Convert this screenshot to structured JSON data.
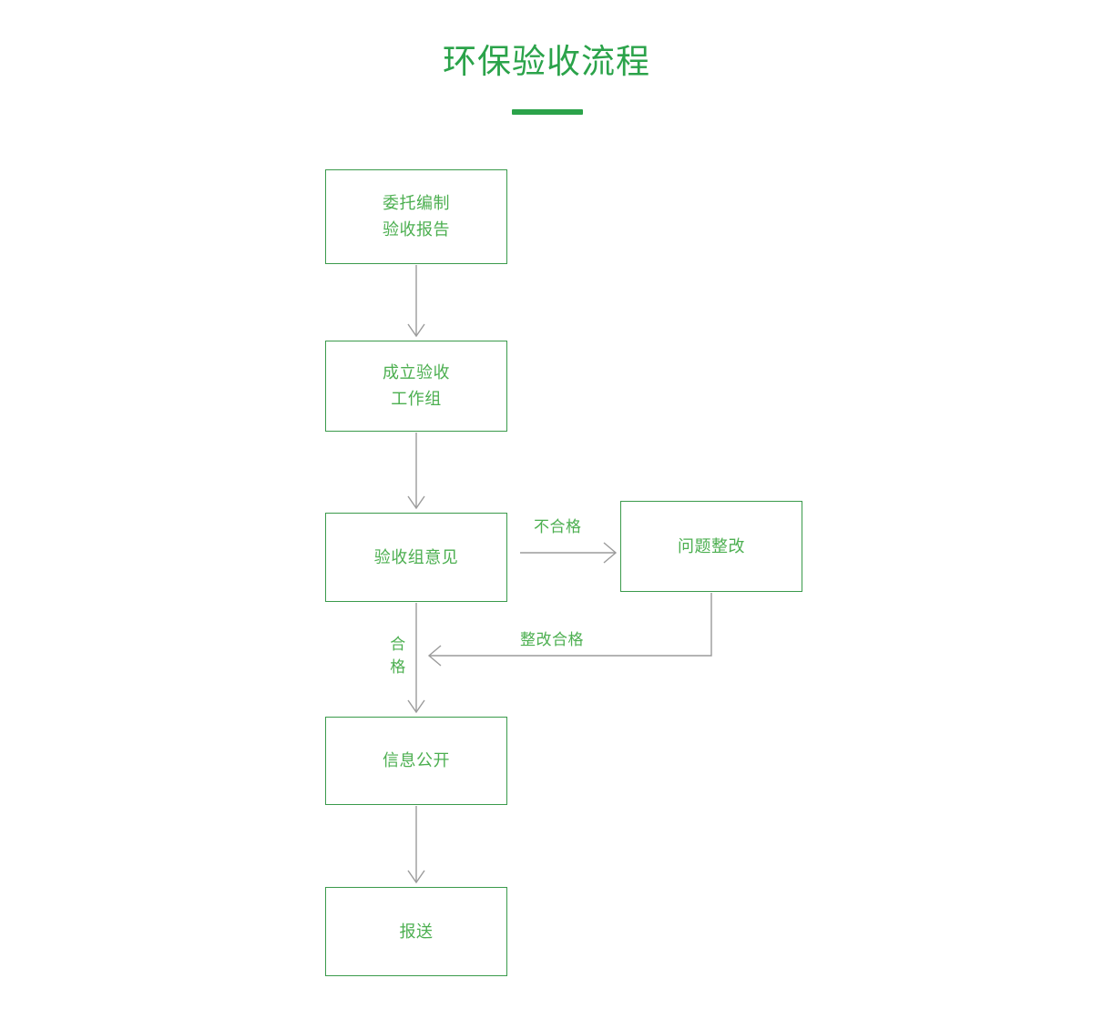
{
  "page": {
    "title": "环保验收流程",
    "accent_color": "#2ba34a",
    "node_text_color": "#4caf50",
    "node_border_color": "#3a9a4b",
    "connector_color": "#9b9b9b",
    "background_color": "#ffffff"
  },
  "flow": {
    "nodes": [
      {
        "id": "commission",
        "label": "委托编制\n验收报告"
      },
      {
        "id": "workgroup",
        "label": "成立验收\n工作组"
      },
      {
        "id": "opinion",
        "label": "验收组意见"
      },
      {
        "id": "rectify",
        "label": "问题整改"
      },
      {
        "id": "disclose",
        "label": "信息公开"
      },
      {
        "id": "submit",
        "label": "报送"
      }
    ],
    "edges": [
      {
        "id": "commission-to-workgroup",
        "from": "commission",
        "to": "workgroup",
        "label": ""
      },
      {
        "id": "workgroup-to-opinion",
        "from": "workgroup",
        "to": "opinion",
        "label": ""
      },
      {
        "id": "opinion-to-rectify",
        "from": "opinion",
        "to": "rectify",
        "label": "不合格"
      },
      {
        "id": "rectify-to-opinion-path",
        "from": "rectify",
        "to": "disclose",
        "label": "整改合格"
      },
      {
        "id": "opinion-to-disclose",
        "from": "opinion",
        "to": "disclose",
        "label": "合格"
      },
      {
        "id": "disclose-to-submit",
        "from": "disclose",
        "to": "submit",
        "label": ""
      }
    ]
  }
}
